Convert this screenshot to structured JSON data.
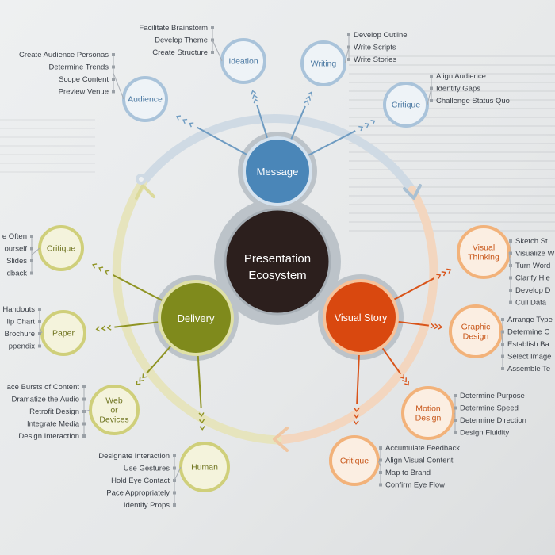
{
  "center": {
    "line1": "Presentation",
    "line2": "Ecosystem"
  },
  "hubs": {
    "message": {
      "label": "Message",
      "color": "#4a86b8"
    },
    "delivery": {
      "label": "Delivery",
      "color": "#7f8a1c"
    },
    "visual": {
      "label": "Visual Story",
      "color": "#d9480f"
    }
  },
  "nodes": {
    "audience": {
      "label": "Audience",
      "items": [
        "Create Audience Personas",
        "Determine Trends",
        "Scope Content",
        "Preview Venue"
      ]
    },
    "ideation": {
      "label": "Ideation",
      "items": [
        "Facilitate Brainstorm",
        "Develop Theme",
        "Create Structure"
      ]
    },
    "writing": {
      "label": "Writing",
      "items": [
        "Develop Outline",
        "Write Scripts",
        "Write Stories"
      ]
    },
    "critique_message": {
      "label": "Critique",
      "items": [
        "Align Audience",
        "Identify Gaps",
        "Challenge Status Quo"
      ]
    },
    "critique_delivery": {
      "label": "Critique",
      "items": [
        "e Often",
        "ourself",
        "Slides",
        "dback"
      ]
    },
    "paper": {
      "label": "Paper",
      "items": [
        "Handouts",
        "lip Chart",
        "Brochure",
        "ppendix"
      ]
    },
    "web": {
      "line1": "Web",
      "line2": "or",
      "line3": "Devices",
      "items": [
        "ace Bursts of Content",
        "Dramatize the Audio",
        "Retrofit Design",
        "Integrate Media",
        "Design Interaction"
      ]
    },
    "human": {
      "label": "Human",
      "items": [
        "Designate Interaction",
        "Use Gestures",
        "Hold Eye Contact",
        "Pace Appropriately",
        "Identify Props"
      ]
    },
    "visual_thinking": {
      "line1": "Visual",
      "line2": "Thinking",
      "items": [
        "Sketch St",
        "Visualize W",
        "Turn Word",
        "Clarify Hie",
        "Develop D",
        "Cull Data"
      ]
    },
    "graphic_design": {
      "line1": "Graphic",
      "line2": "Design",
      "items": [
        "Arrange Type",
        "Determine C",
        "Establish Ba",
        "Select Image",
        "Assemble Te"
      ]
    },
    "motion_design": {
      "line1": "Motion",
      "line2": "Design",
      "items": [
        "Determine Purpose",
        "Determine Speed",
        "Determine Direction",
        "Design Fluidity"
      ]
    },
    "critique_visual": {
      "label": "Critique",
      "items": [
        "Accumulate Feedback",
        "Align Visual Content",
        "Map to Brand",
        "Confirm Eye Flow"
      ]
    }
  }
}
